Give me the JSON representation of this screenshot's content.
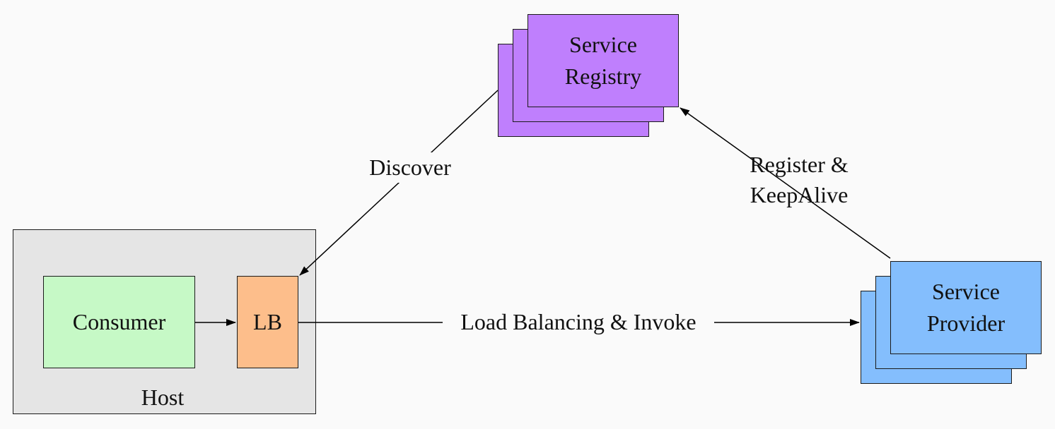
{
  "nodes": {
    "host": {
      "label": "Host",
      "color": "#e5e5e5"
    },
    "consumer": {
      "label": "Consumer",
      "color": "#c6f9c6"
    },
    "lb": {
      "label": "LB",
      "color": "#fdbe8b"
    },
    "registry": {
      "line1": "Service",
      "line2": "Registry",
      "color": "#bf7ffd"
    },
    "provider": {
      "line1": "Service",
      "line2": "Provider",
      "color": "#84befd"
    }
  },
  "edges": {
    "discover": {
      "label": "Discover"
    },
    "register": {
      "line1": "Register &",
      "line2": "KeepAlive"
    },
    "invoke": {
      "label": "Load Balancing & Invoke"
    }
  }
}
